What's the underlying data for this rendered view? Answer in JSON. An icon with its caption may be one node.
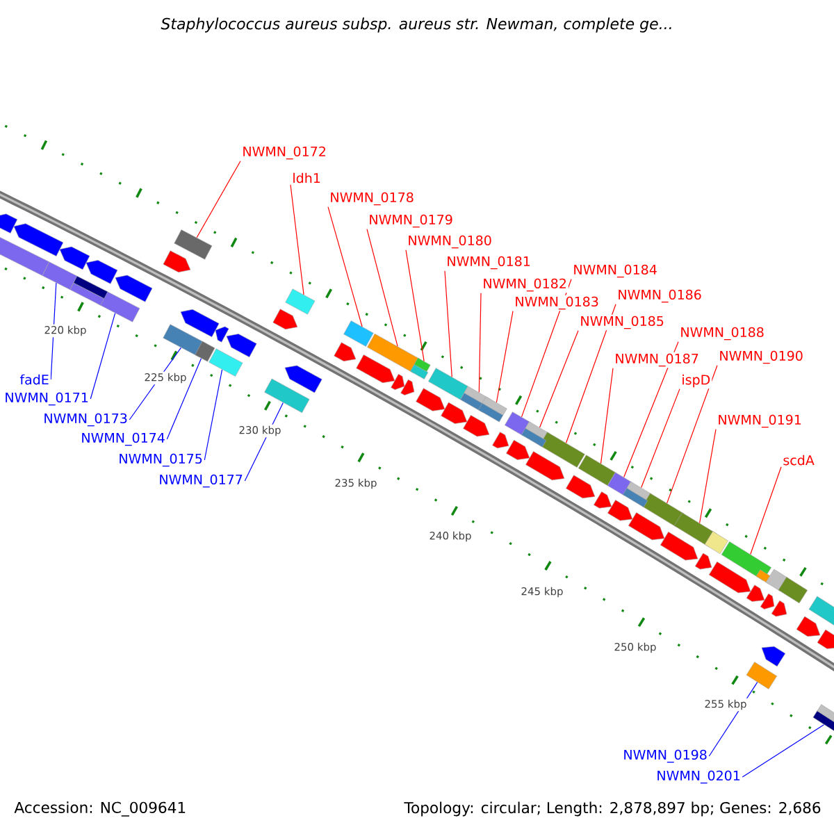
{
  "diagram": {
    "title": "Staphylococcus aureus subsp. aureus str. Newman, complete ge...",
    "nodes": [
      {
        "text": [
          "NWMN_0172"
        ]
      },
      {
        "text": [
          "ldh1"
        ]
      },
      {
        "text": [
          "NWMN_0178"
        ]
      },
      {
        "text": [
          "NWMN_0179"
        ]
      },
      {
        "text": [
          "NWMN_0180"
        ]
      },
      {
        "text": [
          "NWMN_0181"
        ]
      },
      {
        "text": [
          "NWMN_0182"
        ]
      },
      {
        "text": [
          "NWMN_0183"
        ]
      },
      {
        "text": [
          "NWMN_0184"
        ]
      },
      {
        "text": [
          "NWMN_0185"
        ]
      },
      {
        "text": [
          "NWMN_0186"
        ]
      },
      {
        "text": [
          "NWMN_0187"
        ]
      },
      {
        "text": [
          "NWMN_0188"
        ]
      },
      {
        "text": [
          "ispD"
        ]
      },
      {
        "text": [
          "NWMN_0190"
        ]
      },
      {
        "text": [
          "NWMN_0191"
        ]
      },
      {
        "text": [
          "scdA"
        ]
      },
      {
        "text": [
          "fadE"
        ]
      },
      {
        "text": [
          "NWMN_0171"
        ]
      },
      {
        "text": [
          "NWMN_0173"
        ]
      },
      {
        "text": [
          "NWMN_0174"
        ]
      },
      {
        "text": [
          "NWMN_0175"
        ]
      },
      {
        "text": [
          "NWMN_0177"
        ]
      },
      {
        "text": [
          "NWMN_0198"
        ]
      },
      {
        "text": [
          "NWMN_0201"
        ]
      },
      {
        "text": [],
        "shape": "box"
      },
      {
        "text": [],
        "shape": "box"
      },
      {
        "text": [],
        "shape": "box"
      },
      {
        "text": [],
        "shape": "box"
      },
      {
        "text": [],
        "shape": "box"
      },
      {
        "text": [],
        "shape": "box"
      },
      {
        "text": [],
        "shape": "box"
      },
      {
        "text": [],
        "shape": "box"
      },
      {
        "text": [],
        "shape": "box"
      },
      {
        "text": [],
        "shape": "box"
      },
      {
        "text": [],
        "shape": "box"
      },
      {
        "text": [],
        "shape": "box"
      },
      {
        "text": [],
        "shape": "box"
      },
      {
        "text": [],
        "shape": "box"
      },
      {
        "text": [],
        "shape": "box"
      },
      {
        "text": [],
        "shape": "box"
      },
      {
        "text": [],
        "shape": "box"
      },
      {
        "text": [],
        "shape": "box"
      },
      {
        "text": [],
        "shape": "box"
      },
      {
        "text": [],
        "shape": "box"
      },
      {
        "text": [],
        "shape": "box"
      },
      {
        "text": [],
        "shape": "box"
      },
      {
        "text": [],
        "shape": "box"
      },
      {
        "text": [],
        "shape": "box"
      },
      {
        "text": [],
        "shape": "box"
      },
      {
        "text": [],
        "shape": "arrow"
      },
      {
        "text": [],
        "shape": "arrow"
      },
      {
        "text": [],
        "shape": "arrow"
      },
      {
        "text": [],
        "shape": "arrow"
      },
      {
        "text": [],
        "shape": "arrow"
      },
      {
        "text": [],
        "shape": "arrow"
      },
      {
        "text": [],
        "shape": "arrow"
      },
      {
        "text": [],
        "shape": "arrow"
      },
      {
        "text": [],
        "shape": "arrow"
      },
      {
        "text": [],
        "shape": "arrow"
      },
      {
        "text": [],
        "shape": "arrow"
      },
      {
        "text": [],
        "shape": "arrow"
      },
      {
        "text": [],
        "shape": "arrow"
      },
      {
        "text": [],
        "shape": "arrow"
      },
      {
        "text": [],
        "shape": "arrow"
      },
      {
        "text": [],
        "shape": "arrow"
      },
      {
        "text": [],
        "shape": "arrow"
      },
      {
        "text": [],
        "shape": "arrow"
      },
      {
        "text": [],
        "shape": "arrow"
      },
      {
        "text": [],
        "shape": "arrow"
      },
      {
        "text": [],
        "shape": "arrow"
      },
      {
        "text": [],
        "shape": "arrow"
      },
      {
        "text": [],
        "shape": "arrow"
      },
      {
        "text": [],
        "shape": "arrow"
      },
      {
        "text": [],
        "shape": "arrow"
      },
      {
        "text": [],
        "shape": "arrow"
      },
      {
        "text": [],
        "shape": "arrow"
      },
      {
        "text": [],
        "shape": "arrow"
      },
      {
        "text": [],
        "shape": "arrow"
      },
      {
        "text": [],
        "shape": "arrow"
      },
      {
        "text": [],
        "shape": "arrow"
      },
      {
        "text": [],
        "shape": "arrow"
      },
      {
        "text": [],
        "shape": "arrow"
      },
      {
        "text": [],
        "shape": "arrow"
      },
      {
        "text": [],
        "shape": "box"
      },
      {
        "text": [],
        "shape": "box"
      },
      {
        "text": [],
        "shape": "box"
      },
      {
        "text": [],
        "shape": "box"
      },
      {
        "text": [],
        "shape": "box"
      },
      {
        "text": [],
        "shape": "box"
      },
      {
        "text": [],
        "shape": "box"
      },
      {
        "text": [],
        "shape": "box"
      },
      {
        "text": [],
        "shape": "box"
      },
      {
        "text": [],
        "shape": "box"
      },
      {
        "text": [],
        "shape": "box"
      },
      {
        "text": [],
        "shape": "box"
      },
      {
        "text": [],
        "shape": "box"
      },
      {
        "text": [],
        "shape": "box"
      }
    ],
    "edges": [
      {
        "from": 0,
        "to": 29,
        "arrow": "none"
      },
      {
        "from": 1,
        "to": 32,
        "arrow": "none"
      },
      {
        "from": 2,
        "to": 33,
        "arrow": "none"
      },
      {
        "from": 3,
        "to": 34,
        "arrow": "none"
      },
      {
        "from": 4,
        "to": 35,
        "arrow": "none"
      },
      {
        "from": 5,
        "to": 36,
        "arrow": "none"
      },
      {
        "from": 6,
        "to": 37,
        "arrow": "none"
      },
      {
        "from": 7,
        "to": 38,
        "arrow": "none"
      },
      {
        "from": 8,
        "to": 39,
        "arrow": "none"
      },
      {
        "from": 9,
        "to": 40,
        "arrow": "none"
      },
      {
        "from": 10,
        "to": 41,
        "arrow": "none"
      },
      {
        "from": 11,
        "to": 42,
        "arrow": "none"
      },
      {
        "from": 12,
        "to": 43,
        "arrow": "none"
      },
      {
        "from": 13,
        "to": 44,
        "arrow": "none"
      },
      {
        "from": 14,
        "to": 45,
        "arrow": "none"
      },
      {
        "from": 15,
        "to": 46,
        "arrow": "none"
      },
      {
        "from": 16,
        "to": 47,
        "arrow": "none"
      },
      {
        "from": 17,
        "to": 25,
        "arrow": "none",
        "color": "#0000ff"
      },
      {
        "from": 18,
        "to": 26,
        "arrow": "none",
        "color": "#0000ff"
      },
      {
        "from": 19,
        "to": 27,
        "arrow": "none",
        "color": "#0000ff"
      },
      {
        "from": 20,
        "to": 28,
        "arrow": "none",
        "color": "#0000ff"
      },
      {
        "from": 21,
        "to": 30,
        "arrow": "none",
        "color": "#0000ff"
      },
      {
        "from": 22,
        "to": 31,
        "arrow": "none",
        "color": "#0000ff"
      },
      {
        "from": 23,
        "to": 48,
        "arrow": "none",
        "color": "#0000ff"
      },
      {
        "from": 24,
        "to": 49,
        "arrow": "none",
        "color": "#0000ff"
      }
    ],
    "labels": [
      "220 kbp",
      "225 kbp",
      "230 kbp",
      "235 kbp",
      "240 kbp",
      "245 kbp",
      "250 kbp",
      "255 kbp",
      "Accession: NC_009641",
      "Topology: circular; Length: 2,878,897 bp; Genes: 2,686"
    ]
  }
}
